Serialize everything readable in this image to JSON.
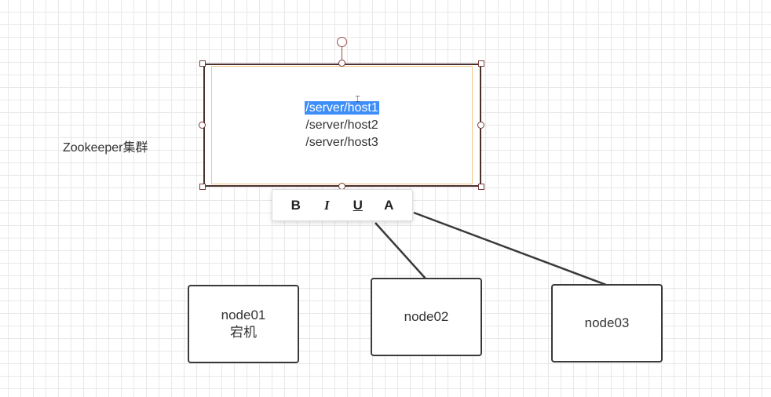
{
  "cluster": {
    "label": "Zookeeper集群",
    "lines": [
      "/server/host1",
      "/server/host2",
      "/server/host3"
    ]
  },
  "nodes": [
    {
      "title": "node01",
      "subtitle": "宕机"
    },
    {
      "title": "node02",
      "subtitle": ""
    },
    {
      "title": "node03",
      "subtitle": ""
    }
  ],
  "toolbar": {
    "bold": "B",
    "italic": "I",
    "underline": "U",
    "color": "A"
  },
  "colors": {
    "selection": "#3e8ef7",
    "grid": "#e8e8e8",
    "edge": "#3a3a3a",
    "handle": "#7a3b3b"
  }
}
